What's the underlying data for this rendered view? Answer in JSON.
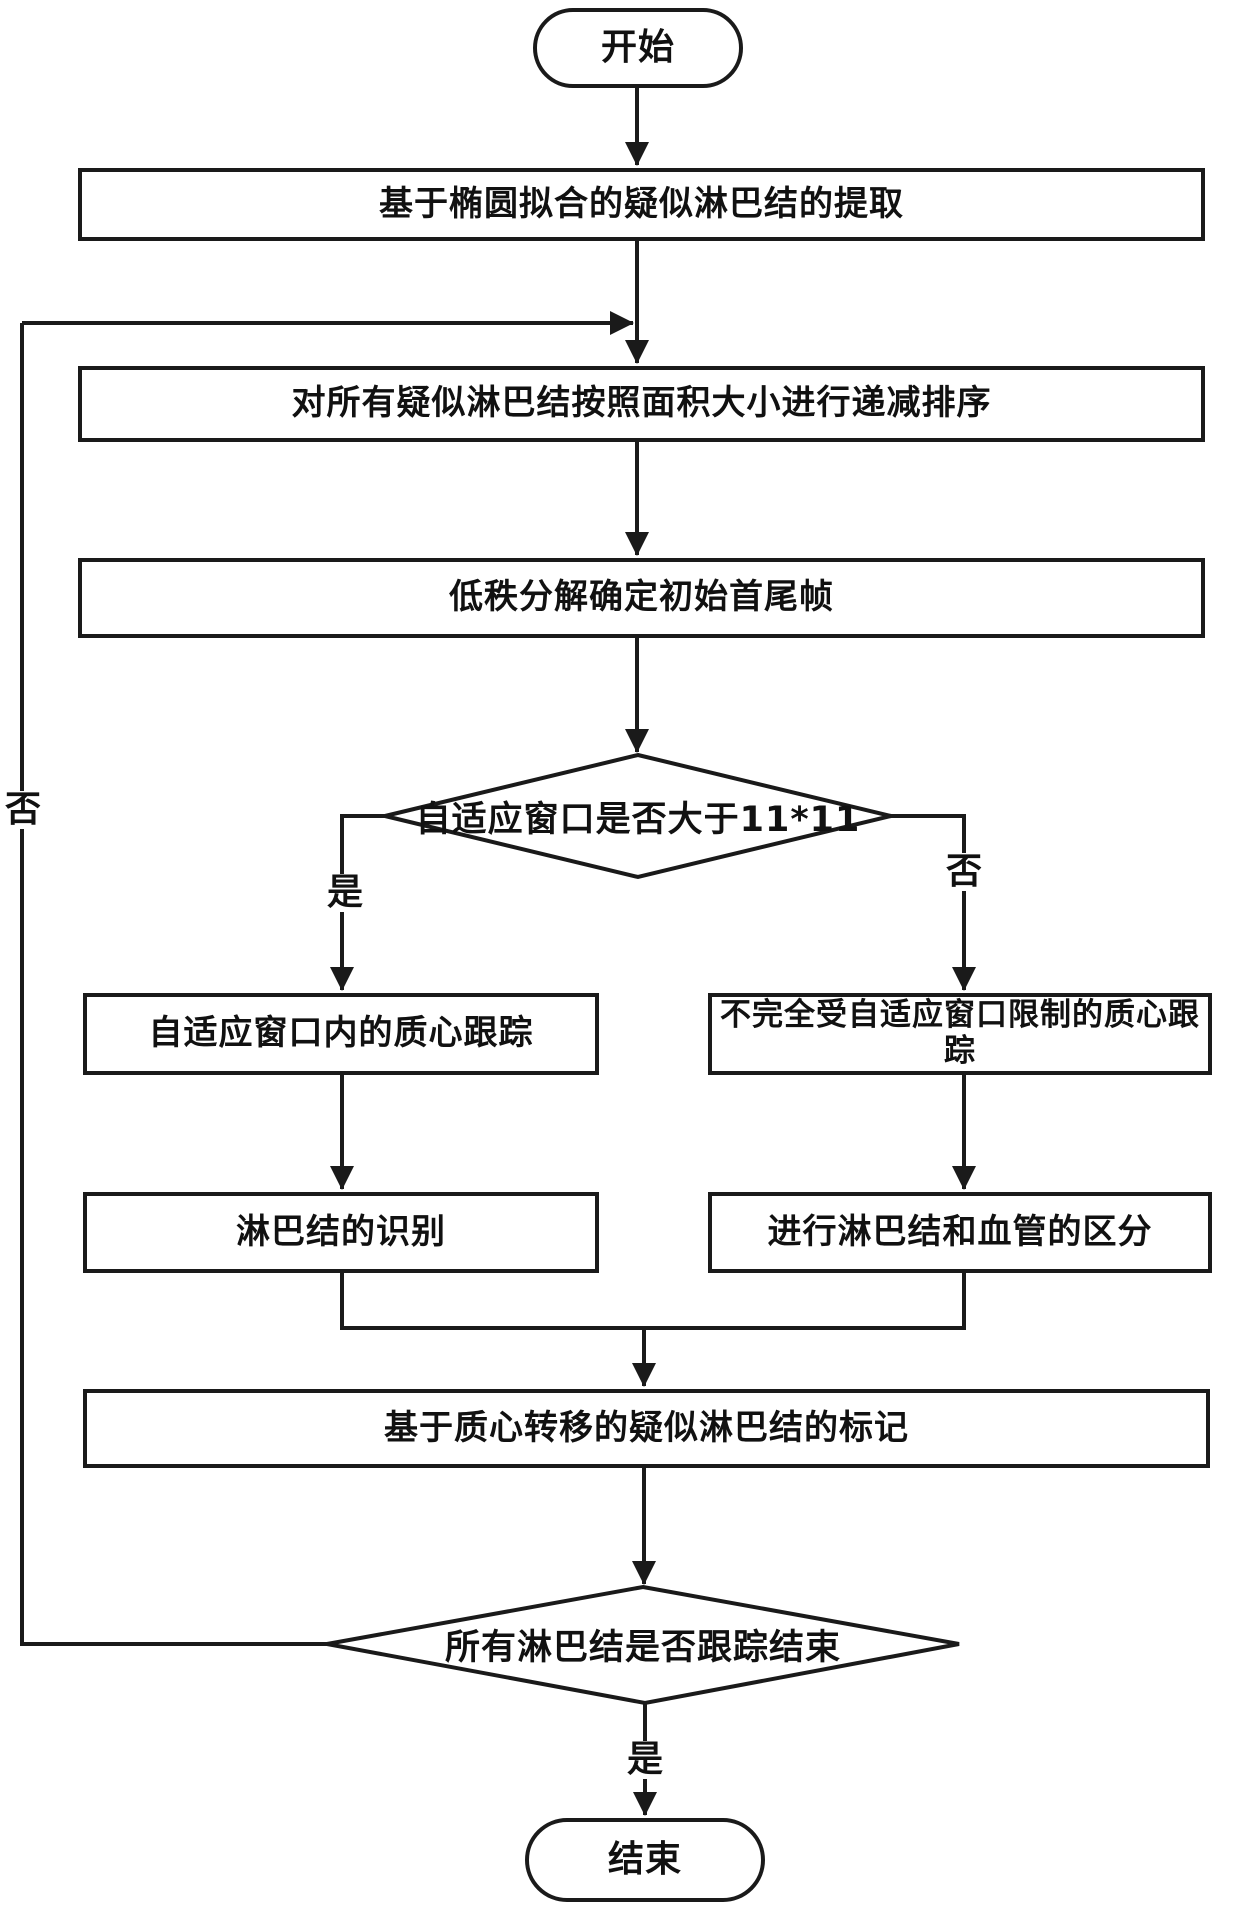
{
  "diagram": {
    "terminals": {
      "start": "开始",
      "end": "结束"
    },
    "steps": {
      "extract": "基于椭圆拟合的疑似淋巴结的提取",
      "sort": "对所有疑似淋巴结按照面积大小进行递减排序",
      "lowrank": "低秩分解确定初始首尾帧",
      "track_in_window": "自适应窗口内的质心跟踪",
      "track_not_limited": "不完全受自适应窗口限制的质心跟踪",
      "identify": "淋巴结的识别",
      "distinguish": "进行淋巴结和血管的区分",
      "mark": "基于质心转移的疑似淋巴结的标记"
    },
    "decisions": {
      "window_size": "自适应窗口是否大于11*11",
      "all_tracked": "所有淋巴结是否跟踪结束"
    },
    "labels": {
      "yes_left": "是",
      "no_right": "否",
      "no_loop": "否",
      "yes_bottom": "是"
    },
    "colors": {
      "stroke": "#1a1a1a",
      "background": "#ffffff"
    }
  }
}
